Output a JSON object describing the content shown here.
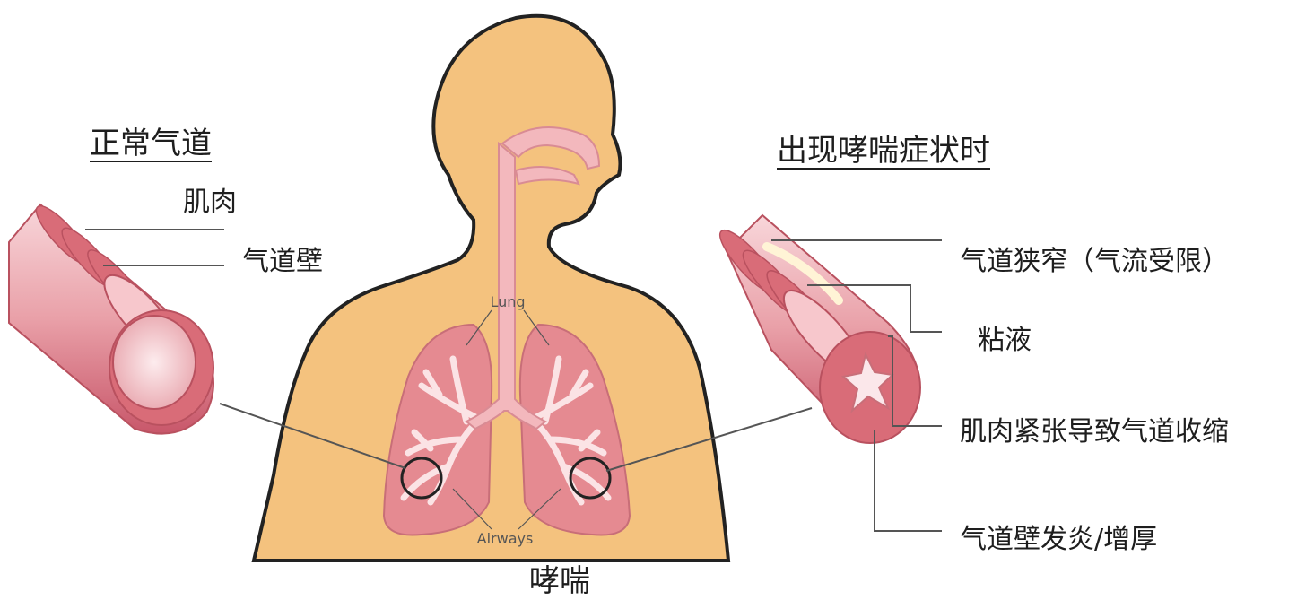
{
  "left": {
    "heading": "正常气道",
    "labels": {
      "muscle": "肌肉",
      "wall": "气道壁"
    }
  },
  "right": {
    "heading": "出现哮喘症状时",
    "labels": {
      "narrowed": "气道狭窄（气流受限）",
      "mucus": "粘液",
      "muscle_tight": "肌肉紧张导致气道收缩",
      "inflamed": "气道壁发炎/增厚"
    }
  },
  "center": {
    "caption": "哮喘",
    "lung_label": "Lung",
    "airways_label": "Airways"
  },
  "colors": {
    "skin": "#f4c27e",
    "lung": "#e58a91",
    "trachea": "#f3b8bd",
    "airway_outer": "#d96c78",
    "airway_band": "#f7c7cc",
    "outline": "#222222",
    "leader_line": "#555555"
  }
}
